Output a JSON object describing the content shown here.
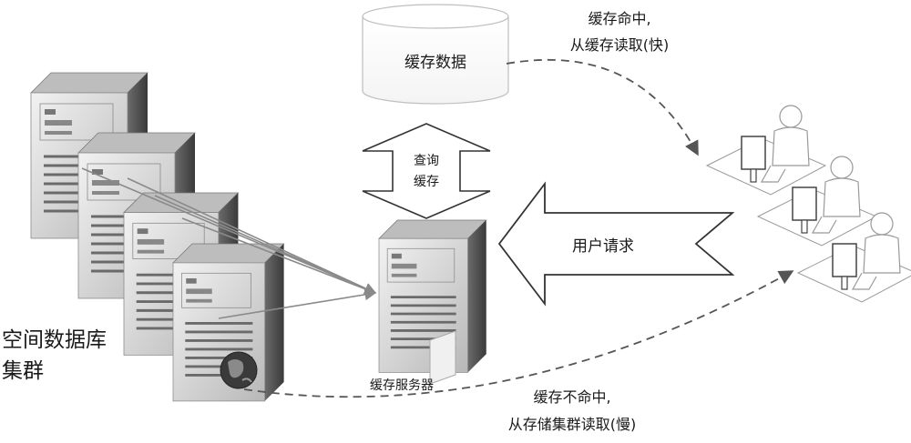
{
  "cache_data_label": "缓存数据",
  "query_cache_label": [
    "查询",
    "缓存"
  ],
  "user_request_label": "用户请求",
  "cache_server_label": "缓存服务器",
  "db_cluster_label": [
    "空间数据库",
    "集群"
  ],
  "cache_hit_label": [
    "缓存命中,",
    "从缓存读取(快)"
  ],
  "cache_miss_label": [
    "缓存不命中,",
    "从存储集群读取(慢)"
  ],
  "icons": {
    "cache_store": "database-cylinder-icon",
    "server": "server-tower-icon",
    "user": "user-at-computer-icon",
    "globe": "globe-icon"
  },
  "colors": {
    "server_front": "#d9d9d9",
    "server_side": "#5e5e5e",
    "server_top": "#a9a9a9",
    "arrow_outline": "#333333",
    "dashed_flow": "#555555"
  }
}
